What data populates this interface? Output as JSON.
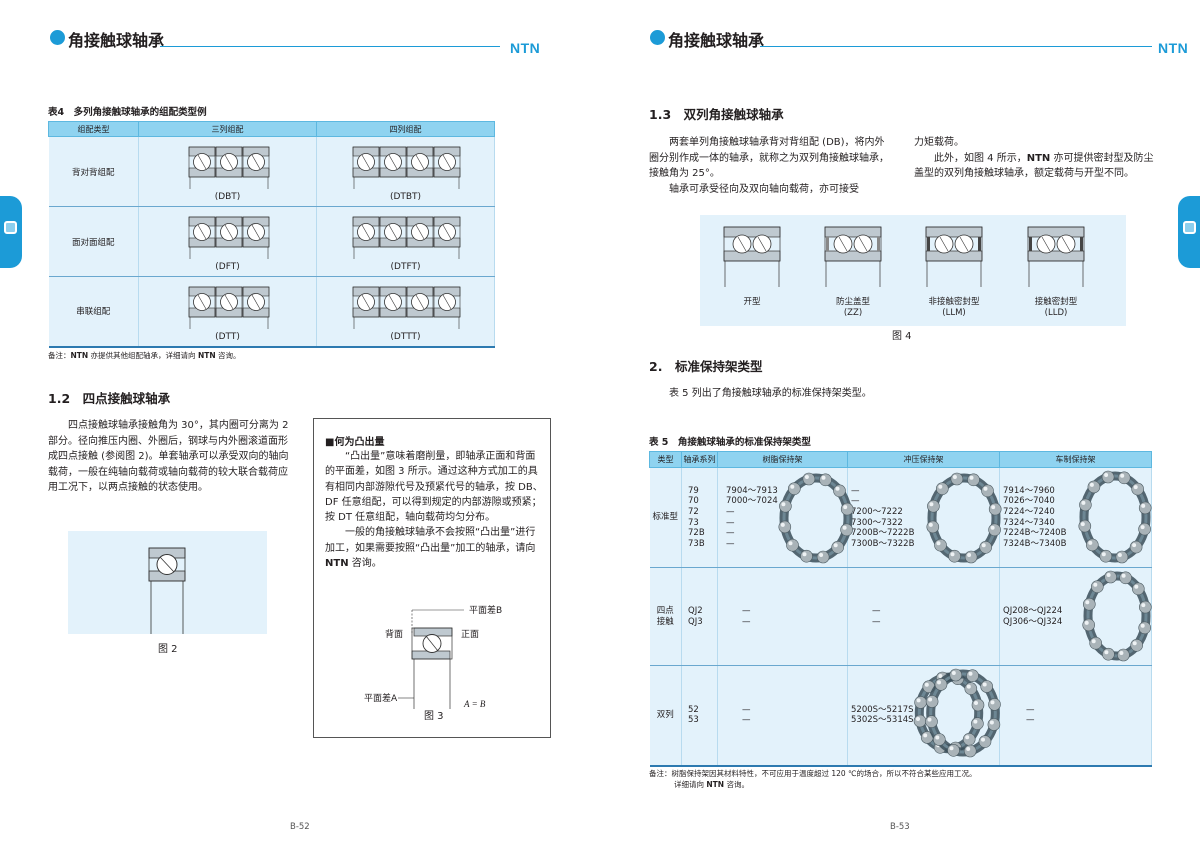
{
  "left": {
    "header": {
      "title": "角接触球轴承",
      "logo": "NTN"
    },
    "table4": {
      "caption": "表4　多列角接触球轴承的组配类型例",
      "headers": [
        "组配类型",
        "三列组配",
        "四列组配"
      ],
      "rows": [
        {
          "type": "背对背组配",
          "three": "(DBT)",
          "four": "(DTBT)"
        },
        {
          "type": "面对面组配",
          "three": "(DFT)",
          "four": "(DTFT)"
        },
        {
          "type": "串联组配",
          "three": "(DTT)",
          "four": "(DTTT)"
        }
      ],
      "note_prefix": "备注：",
      "note_brand": "NTN",
      "note_mid": " 亦提供其他组配轴承，详细请向 ",
      "note_brand2": "NTN",
      "note_suffix": " 咨询。"
    },
    "section": {
      "title": "1.2　四点接触球轴承"
    },
    "body": "四点接触球轴承接触角为 30°，其内圈可分离为 2 部分。径向推压内圈、外圈后，钢球与内外圈滚道面形成四点接触 (参阅图 2)。单套轴承可以承受双向的轴向载荷，一般在纯轴向载荷或轴向载荷的较大联合载荷应用工况下，以两点接触的状态使用。",
    "fig2_caption": "图 2",
    "sidebox": {
      "title": "■何为凸出量",
      "p1": "“凸出量”意味着磨削量，即轴承正面和背面的平面差，如图 3 所示。通过这种方式加工的具有相同内部游隙代号及预紧代号的轴承，按 DB、DF 任意组配，可以得到规定的内部游隙或预紧；按 DT 任意组配，轴向载荷均匀分布。",
      "p2_a": "一般的角接触球轴承不会按照“凸出量”进行加工，如果需要按照“凸出量”加工的轴承，请向 ",
      "p2_brand": "NTN",
      "p2_b": " 咨询。",
      "fig_labels": {
        "flat_b": "平面差",
        "flat_b_var": "B",
        "back": "背面",
        "front": "正面",
        "flat_a": "平面差",
        "flat_a_var": "A",
        "eq": "A = B"
      },
      "fig3_caption": "图 3"
    },
    "page_number": "B-52"
  },
  "right": {
    "header": {
      "title": "角接触球轴承",
      "logo": "NTN"
    },
    "section13": {
      "title": "1.3　双列角接触球轴承"
    },
    "body13_left": "两套单列角接触球轴承背对背组配 (DB)，将内外圈分别作成一体的轴承，就称之为双列角接触球轴承，接触角为 25°。",
    "body13_left2": "轴承可承受径向及双向轴向载荷，亦可接受",
    "body13_right1": "力矩载荷。",
    "body13_right2_a": "此外，如图 4 所示，",
    "body13_right2_brand": "NTN",
    "body13_right2_b": " 亦可提供密封型及防尘盖型的双列角接触球轴承，额定载荷与开型不同。",
    "fig4": {
      "items": [
        {
          "label": "开型",
          "code": ""
        },
        {
          "label": "防尘盖型",
          "code": "(ZZ)"
        },
        {
          "label": "非接触密封型",
          "code": "(LLM)"
        },
        {
          "label": "接触密封型",
          "code": "(LLD)"
        }
      ],
      "caption": "图 4"
    },
    "section2": {
      "title": "2.　标准保持架类型"
    },
    "body2": "表 5 列出了角接触球轴承的标准保持架类型。",
    "table5": {
      "caption": "表 5　角接触球轴承的标准保持架类型",
      "headers": [
        "类型",
        "轴承系列",
        "树脂保持架",
        "冲压保持架",
        "车制保持架"
      ],
      "rows": [
        {
          "type": "标准型",
          "series": [
            "79",
            "70",
            "72",
            "73",
            "72B",
            "73B"
          ],
          "resin": [
            "7904～7913",
            "7000～7024",
            "—",
            "—",
            "—",
            "—"
          ],
          "pressed": [
            "—",
            "—",
            "7200～7222",
            "7300～7322",
            "7200B～7222B",
            "7300B～7322B"
          ],
          "machined": [
            "7914～7960",
            "7026～7040",
            "7224～7240",
            "7324～7340",
            "7224B～7240B",
            "7324B～7340B"
          ]
        },
        {
          "type": "四点\n接触",
          "series": [
            "QJ2",
            "QJ3"
          ],
          "resin": [
            "—",
            "—"
          ],
          "pressed": [
            "—",
            "—"
          ],
          "machined": [
            "QJ208～QJ224",
            "QJ306～QJ324"
          ]
        },
        {
          "type": "双列",
          "series": [
            "52",
            "53"
          ],
          "resin": [
            "—",
            "—"
          ],
          "pressed": [
            "5200S～5217S",
            "5302S～5314S"
          ],
          "machined": [
            "—",
            "—"
          ]
        }
      ],
      "note1": "备注：树脂保持架因其材料特性，不可应用于温度超过 120 ℃的场合，所以不符合某些应用工况。",
      "note2_a": "详细请向 ",
      "note2_brand": "NTN",
      "note2_b": " 咨询。"
    },
    "page_number": "B-53"
  },
  "colors": {
    "accent": "#1c9bd7",
    "table_header": "#8fd3f0",
    "table_fill": "#e3f2fb"
  }
}
